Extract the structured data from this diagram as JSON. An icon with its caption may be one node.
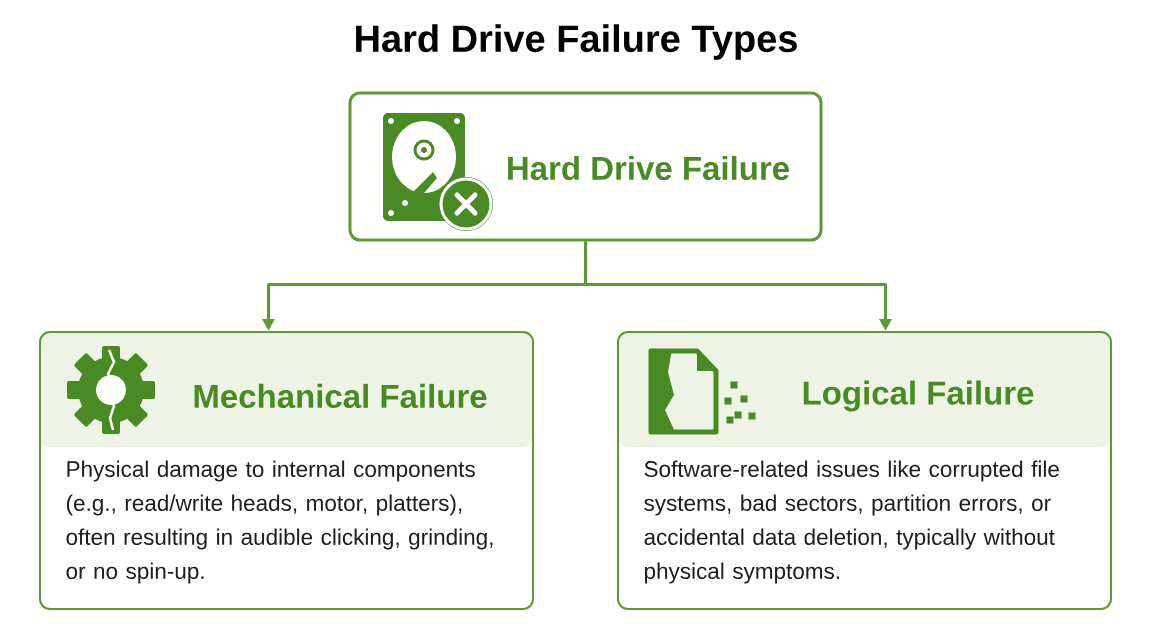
{
  "diagram": {
    "title": "Hard Drive Failure Types",
    "nodes": [
      {
        "text": [
          "Hard Drive Failure"
        ]
      },
      {
        "text": [
          "Mechanical Failure",
          "Physical damage to internal components (e.g., read/write heads, motor, platters), often resulting in audible clicking, grinding, or no spin-up."
        ]
      },
      {
        "text": [
          "Logical Failure",
          "Software-related issues like corrupted file systems, bad sectors, partition errors, or accidental data deletion, typically without physical symptoms."
        ]
      }
    ],
    "edges": [
      {
        "from": 0,
        "to": 1,
        "arrow": "to"
      },
      {
        "from": 0,
        "to": 2,
        "arrow": "to"
      }
    ]
  }
}
